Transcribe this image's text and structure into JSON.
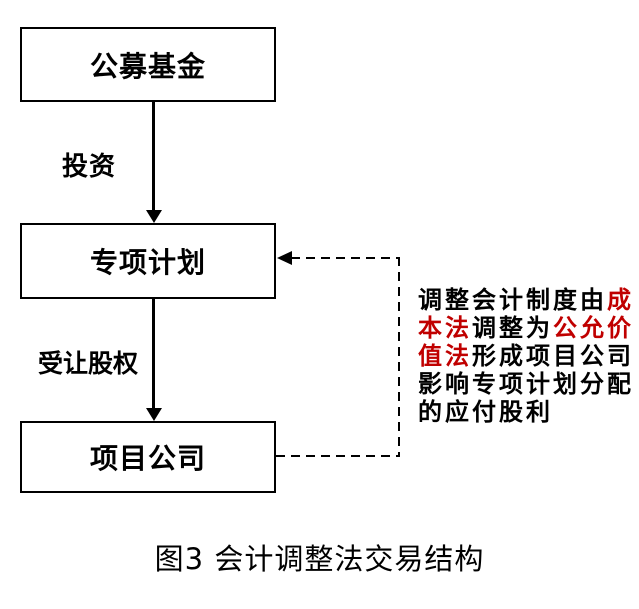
{
  "colors": {
    "black": "#000000",
    "red": "#C00000",
    "background": "#FFFFFF",
    "line": "#000000"
  },
  "diagram": {
    "nodes": [
      {
        "id": "public-fund",
        "label": "公募基金"
      },
      {
        "id": "special-plan",
        "label": "专项计划"
      },
      {
        "id": "project-company",
        "label": "项目公司"
      }
    ],
    "edges": [
      {
        "from": "public-fund",
        "to": "special-plan",
        "label": "投资",
        "style": "solid-arrow-down"
      },
      {
        "from": "special-plan",
        "to": "project-company",
        "label": "受让股权",
        "style": "solid-arrow-down"
      },
      {
        "from": "project-company",
        "to": "special-plan",
        "label": "",
        "style": "dashed-arrow"
      }
    ],
    "annotation": {
      "lines": [
        {
          "segments": [
            {
              "text": "调整会计制度由",
              "color": "#000000"
            },
            {
              "text": "成",
              "color": "#C00000"
            }
          ]
        },
        {
          "segments": [
            {
              "text": "本法",
              "color": "#C00000"
            },
            {
              "text": "调整为",
              "color": "#000000"
            },
            {
              "text": "公允价",
              "color": "#C00000"
            }
          ]
        },
        {
          "segments": [
            {
              "text": "值法",
              "color": "#C00000"
            },
            {
              "text": "形成项目公司",
              "color": "#000000"
            }
          ]
        },
        {
          "segments": [
            {
              "text": "影响专项计划分配",
              "color": "#000000"
            }
          ]
        },
        {
          "segments": [
            {
              "text": "的应付股利",
              "color": "#000000"
            }
          ]
        }
      ],
      "full_text": "调整会计制度由成本法调整为公允价值法形成项目公司影响专项计划分配的应付股利",
      "highlighted_terms": [
        "成本法",
        "公允价值法"
      ]
    },
    "caption": "图3 会计调整法交易结构"
  }
}
